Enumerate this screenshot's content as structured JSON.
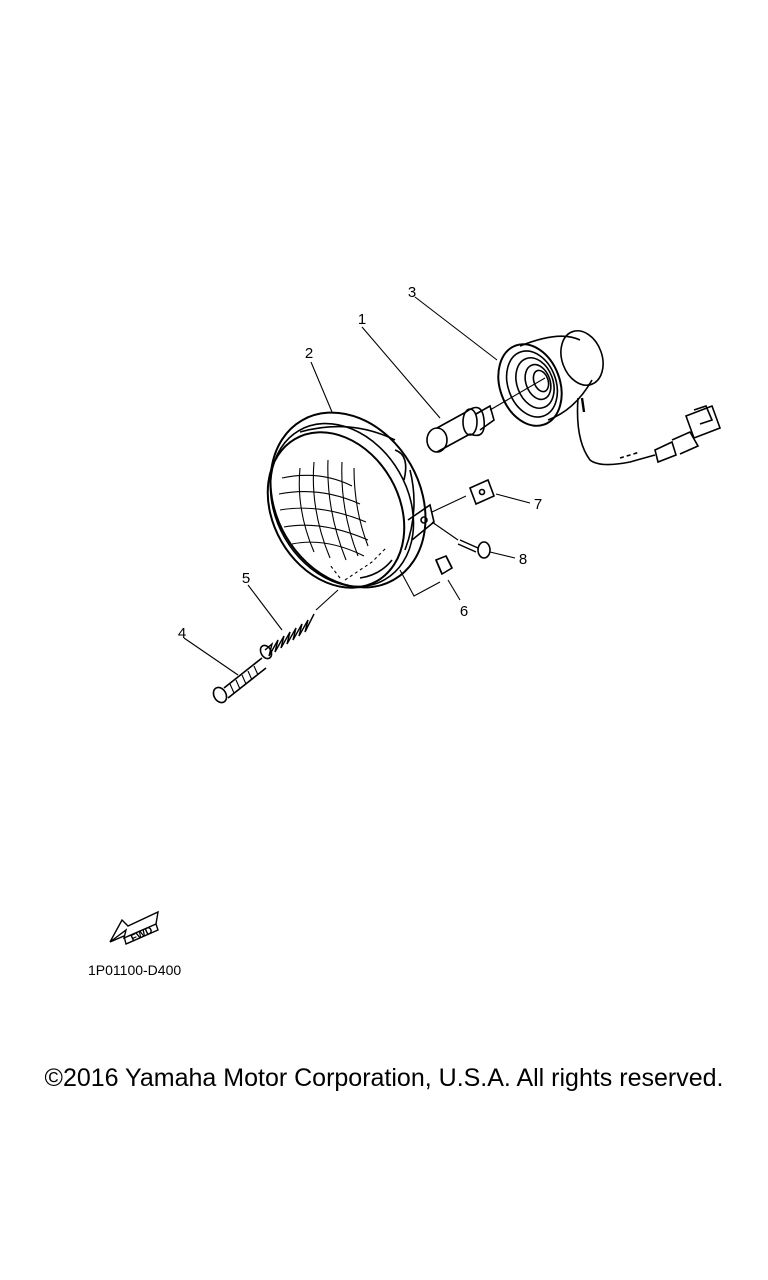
{
  "diagram": {
    "callouts": [
      "1",
      "2",
      "3",
      "4",
      "5",
      "6",
      "7",
      "8"
    ],
    "fwd_arrow_text": "FWD",
    "code": "1P01100-D400"
  },
  "footer": {
    "copyright": "©2016 Yamaha Motor Corporation, U.S.A. All rights reserved."
  },
  "colors": {
    "ink": "#000000",
    "background": "#ffffff"
  }
}
